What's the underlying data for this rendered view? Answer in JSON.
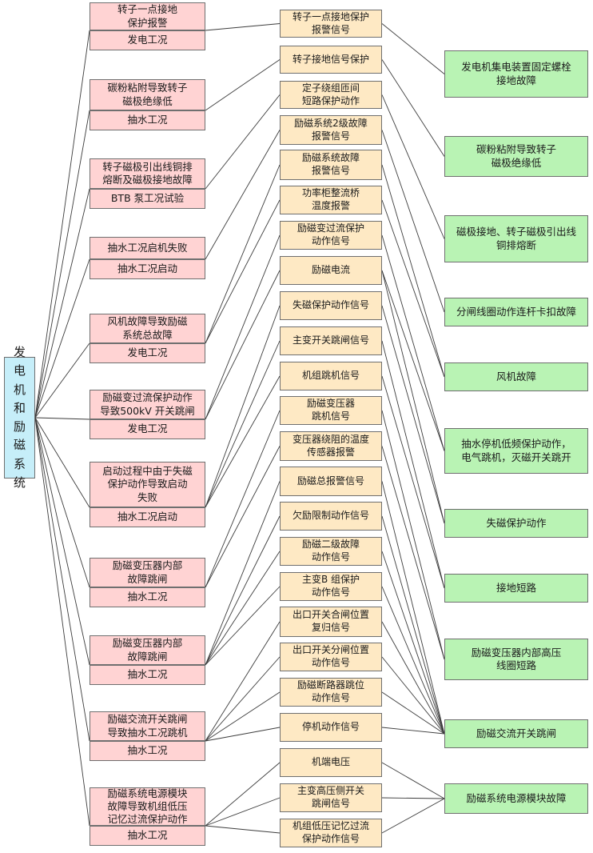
{
  "root": {
    "label": "发\n电\n机\n和\n励\n磁\n系\n统"
  },
  "events": [
    {
      "title": "转子一点接地\n保护报警",
      "condition": "发电工况"
    },
    {
      "title": "碳粉粘附导致转子\n磁极绝缘低",
      "condition": "抽水工况"
    },
    {
      "title": "转子磁极引出线铜排\n熔断及磁极接地故障",
      "condition": "BTB 泵工况试验"
    },
    {
      "title": "抽水工况启机失败",
      "condition": "抽水工况启动"
    },
    {
      "title": "风机故障导致励磁\n系统总故障",
      "condition": "发电工况"
    },
    {
      "title": "励磁变过流保护动作\n导致500kV 开关跳闸",
      "condition": "发电工况"
    },
    {
      "title": "启动过程中由于失磁\n保护动作导致启动\n失败",
      "condition": "抽水工况启动"
    },
    {
      "title": "励磁变压器内部\n故障跳闸",
      "condition": "抽水工况"
    },
    {
      "title": "励磁变压器内部\n故障跳闸",
      "condition": "抽水工况"
    },
    {
      "title": "励磁交流开关跳闸\n导致抽水工况跳机",
      "condition": "抽水工况"
    },
    {
      "title": "励磁系统电源模块\n故障导致机组低压\n记忆过流保护动作",
      "condition": "抽水工况"
    }
  ],
  "signals": [
    {
      "label": "转子一点接地保护\n报警信号"
    },
    {
      "label": "转子接地信号保护"
    },
    {
      "label": "定子绕组匝间\n短路保护动作"
    },
    {
      "label": "励磁系统2级故障\n报警信号"
    },
    {
      "label": "励磁系统故障\n报警信号"
    },
    {
      "label": "功率柜整流桥\n温度报警"
    },
    {
      "label": "励磁变过流保护\n动作信号"
    },
    {
      "label": "励磁电流"
    },
    {
      "label": "失磁保护动作信号"
    },
    {
      "label": "主变开关跳闸信号"
    },
    {
      "label": "机组跳机信号"
    },
    {
      "label": "励磁变压器\n跳机信号"
    },
    {
      "label": "变压器绕阻的温度\n传感器报警"
    },
    {
      "label": "励磁总报警信号"
    },
    {
      "label": "欠励限制动作信号"
    },
    {
      "label": "励磁二级故障\n动作信号"
    },
    {
      "label": "主变B 组保护\n动作信号"
    },
    {
      "label": "出口开关合闸位置\n复归信号"
    },
    {
      "label": "出口开关分闸位置\n动作信号"
    },
    {
      "label": "励磁断路器跳位\n动作信号"
    },
    {
      "label": "停机动作信号"
    },
    {
      "label": "机端电压"
    },
    {
      "label": "主变高压侧开关\n跳闸信号"
    },
    {
      "label": "机组低压记忆过流\n保护动作信号"
    }
  ],
  "faults": [
    {
      "label": "发电机集电装置固定螺栓\n接地故障"
    },
    {
      "label": "碳粉粘附导致转子\n磁极绝缘低"
    },
    {
      "label": "磁极接地、转子磁极引出线\n铜排熔断"
    },
    {
      "label": "分闸线圈动作连杆卡扣故障"
    },
    {
      "label": "风机故障"
    },
    {
      "label": "抽水停机低频保护动作，\n电气跳机，灭磁开关跳开"
    },
    {
      "label": "失磁保护动作"
    },
    {
      "label": "接地短路"
    },
    {
      "label": "励磁变压器内部高压\n线圈短路"
    },
    {
      "label": "励磁交流开关跳闸"
    },
    {
      "label": "励磁系统电源模块故障"
    }
  ],
  "colors": {
    "root_fill": "#c6eef9",
    "event_fill": "#ffd3d3",
    "signal_fill": "#fee9c4",
    "fault_fill": "#b9f3b4",
    "border": "#6f6f6f",
    "line": "#3c3c3c"
  }
}
